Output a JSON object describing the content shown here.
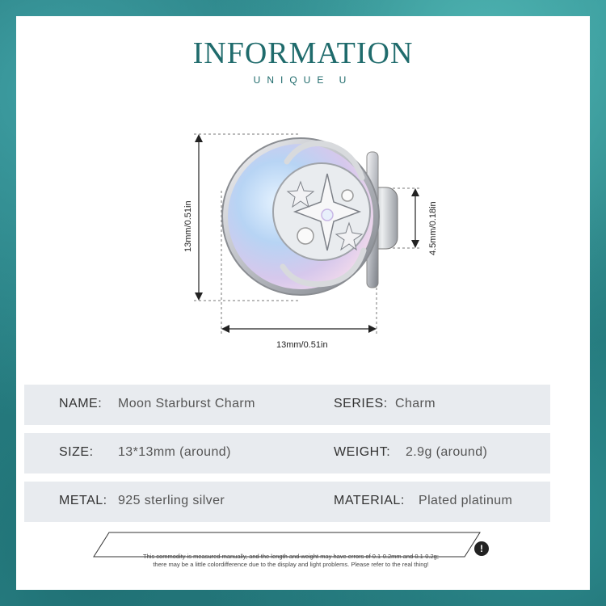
{
  "header": {
    "title": "INFORMATION",
    "subtitle": "UNIQUE U"
  },
  "dimensions": {
    "height": "13mm/0.51in",
    "width": "13mm/0.51in",
    "hole": "4.5mm/0.18in"
  },
  "specs": {
    "name_label": "NAME:",
    "name_value": "Moon Starburst Charm",
    "series_label": "SERIES:",
    "series_value": "Charm",
    "size_label": "SIZE:",
    "size_value": "13*13mm (around)",
    "weight_label": "WEIGHT:",
    "weight_value": "2.9g (around)",
    "metal_label": "METAL:",
    "metal_value": "925 sterling silver",
    "material_label": "MATERIAL:",
    "material_value": "Plated platinum"
  },
  "disclaimer": {
    "line1": "This commodity is measured manually, and the length and weight may have errors of 0.1-0.2mm and 0.1-0.2g;",
    "line2": "there may be a little colordifference due to the display and light problems. Please refer to the real thing!",
    "icon": "!"
  },
  "colors": {
    "accent": "#1f6b6c",
    "row_bg": "#e8ebef",
    "frame": "#2f8f92"
  }
}
